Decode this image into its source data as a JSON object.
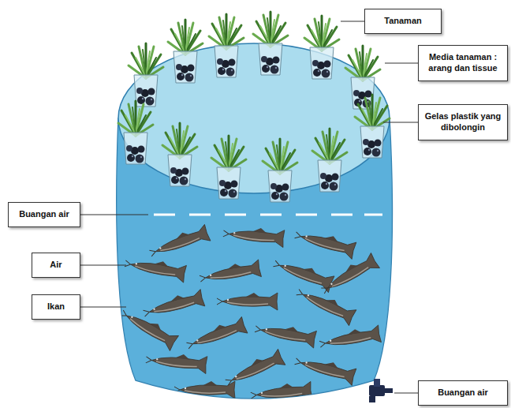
{
  "diagram": {
    "nodes": [
      {
        "text": [
          "Tanaman"
        ]
      },
      {
        "text": [
          "Media tanaman : arang dan tissue"
        ]
      },
      {
        "text": [
          "Gelas plastik yang dibolongin"
        ]
      },
      {
        "text": [
          "Buangan air"
        ]
      },
      {
        "text": [
          "Air"
        ]
      },
      {
        "text": [
          "Ikan"
        ]
      },
      {
        "text": [
          "Buangan air"
        ]
      }
    ]
  }
}
